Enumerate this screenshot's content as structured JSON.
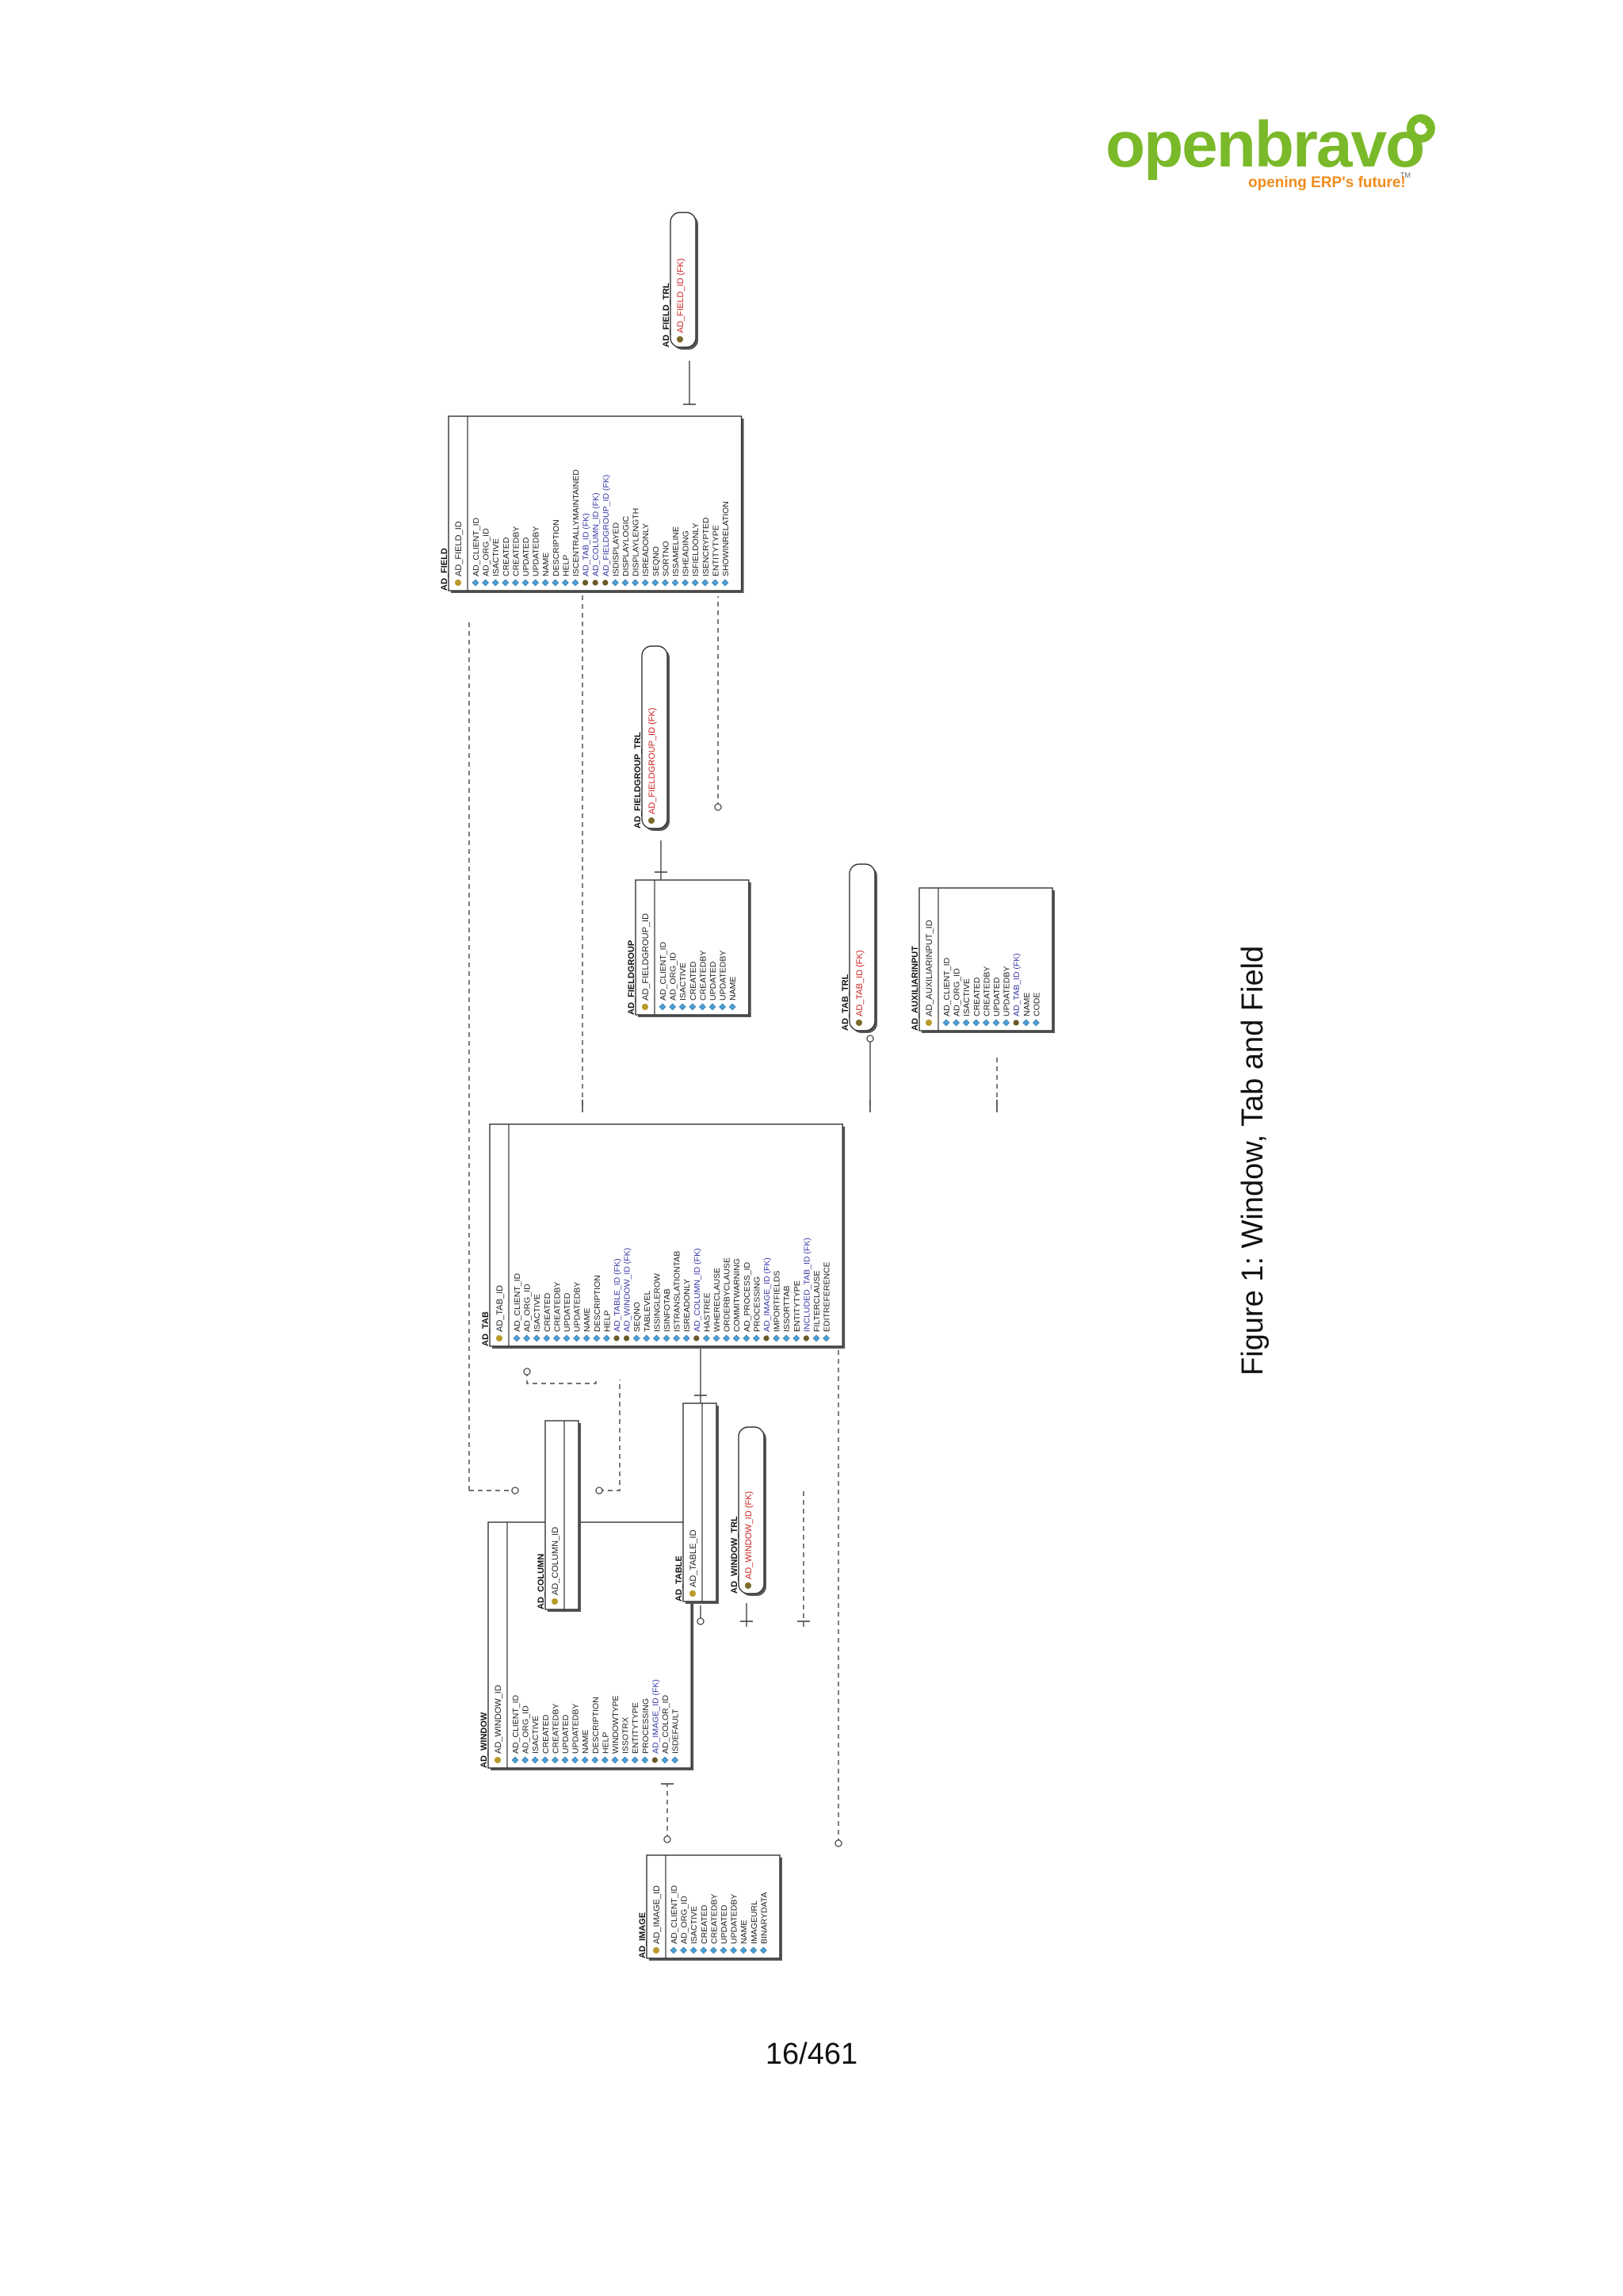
{
  "logo": {
    "wordmark": "openbravo",
    "tagline": "opening ERP's future!",
    "tm": "TM",
    "color": "#7ab929",
    "accent": "#f08c1e"
  },
  "caption": "Figure 1: Window, Tab and Field",
  "page_number": "16/461",
  "legend": {
    "pk_icon": "key-icon",
    "fk_icon": "key-link-icon",
    "col_icon": "diamond-icon",
    "fk_color": "#3a3aa8",
    "pk_fk_color": "#cc2222"
  },
  "tables": [
    {
      "id": "AD_IMAGE",
      "name": "AD_IMAGE",
      "pk": [
        "AD_IMAGE_ID"
      ],
      "cols": [
        "AD_CLIENT_ID",
        "AD_ORG_ID",
        "ISACTIVE",
        "CREATED",
        "CREATEDBY",
        "UPDATED",
        "UPDATEDBY",
        "NAME",
        "IMAGEURL",
        "BINARYDATA"
      ]
    },
    {
      "id": "AD_WINDOW",
      "name": "AD_WINDOW",
      "pk": [
        "AD_WINDOW_ID"
      ],
      "cols": [
        "AD_CLIENT_ID",
        "AD_ORG_ID",
        "ISACTIVE",
        "CREATED",
        "CREATEDBY",
        "UPDATED",
        "UPDATEDBY",
        "NAME",
        "DESCRIPTION",
        "HELP",
        "WINDOWTYPE",
        "ISSOTRX",
        "ENTITYTYPE",
        "PROCESSING",
        {
          "t": "AD_IMAGE_ID (FK)",
          "fk": true
        },
        "AD_COLOR_ID",
        "ISDEFAULT"
      ]
    },
    {
      "id": "AD_COLUMN",
      "name": "AD_COLUMN",
      "pk": [
        "AD_COLUMN_ID"
      ],
      "cols": []
    },
    {
      "id": "AD_TABLE",
      "name": "AD_TABLE",
      "pk": [
        "AD_TABLE_ID"
      ],
      "cols": []
    },
    {
      "id": "AD_WINDOW_TRL",
      "name": "AD_WINDOW_TRL",
      "pkfk": [
        "AD_WINDOW_ID (FK)"
      ],
      "cols": []
    },
    {
      "id": "AD_TAB",
      "name": "AD_TAB",
      "pk": [
        "AD_TAB_ID"
      ],
      "cols": [
        "AD_CLIENT_ID",
        "AD_ORG_ID",
        "ISACTIVE",
        "CREATED",
        "CREATEDBY",
        "UPDATED",
        "UPDATEDBY",
        "NAME",
        "DESCRIPTION",
        "HELP",
        {
          "t": "AD_TABLE_ID (FK)",
          "fk": true
        },
        {
          "t": "AD_WINDOW_ID (FK)",
          "fk": true
        },
        "SEQNO",
        "TABLEVEL",
        "ISSINGLEROW",
        "ISINFOTAB",
        "ISTRANSLATIONTAB",
        "ISREADONLY",
        {
          "t": "AD_COLUMN_ID (FK)",
          "fk": true
        },
        "HASTREE",
        "WHERECLAUSE",
        "ORDERBYCLAUSE",
        "COMMITWARNING",
        "AD_PROCESS_ID",
        "PROCESSING",
        {
          "t": "AD_IMAGE_ID (FK)",
          "fk": true
        },
        "IMPORTFIELDS",
        "ISSORTTAB",
        "ENTITYTYPE",
        {
          "t": "INCLUDED_TAB_ID (FK)",
          "fk": true
        },
        "FILTERCLAUSE",
        "EDITREFERENCE"
      ]
    },
    {
      "id": "AD_FIELDGROUP",
      "name": "AD_FIELDGROUP",
      "pk": [
        "AD_FIELDGROUP_ID"
      ],
      "cols": [
        "AD_CLIENT_ID",
        "AD_ORG_ID",
        "ISACTIVE",
        "CREATED",
        "CREATEDBY",
        "UPDATED",
        "UPDATEDBY",
        "NAME"
      ]
    },
    {
      "id": "AD_FIELDGROUP_TRL",
      "name": "AD_FIELDGROUP_TRL",
      "pkfk": [
        "AD_FIELDGROUP_ID (FK)"
      ],
      "cols": []
    },
    {
      "id": "AD_TAB_TRL",
      "name": "AD_TAB_TRL",
      "pkfk": [
        "AD_TAB_ID (FK)"
      ],
      "cols": []
    },
    {
      "id": "AD_AUXILIARINPUT",
      "name": "AD_AUXILIARINPUT",
      "pk": [
        "AD_AUXILIARINPUT_ID"
      ],
      "cols": [
        "AD_CLIENT_ID",
        "AD_ORG_ID",
        "ISACTIVE",
        "CREATED",
        "CREATEDBY",
        "UPDATED",
        "UPDATEDBY",
        {
          "t": "AD_TAB_ID (FK)",
          "fk": true
        },
        "NAME",
        "CODE"
      ]
    },
    {
      "id": "AD_FIELD",
      "name": "AD_FIELD",
      "pk": [
        "AD_FIELD_ID"
      ],
      "cols": [
        "AD_CLIENT_ID",
        "AD_ORG_ID",
        "ISACTIVE",
        "CREATED",
        "CREATEDBY",
        "UPDATED",
        "UPDATEDBY",
        "NAME",
        "DESCRIPTION",
        "HELP",
        "ISCENTRALLYMAINTAINED",
        {
          "t": "AD_TAB_ID (FK)",
          "fk": true
        },
        {
          "t": "AD_COLUMN_ID (FK)",
          "fk": true
        },
        {
          "t": "AD_FIELDGROUP_ID (FK)",
          "fk": true
        },
        "ISDISPLAYED",
        "DISPLAYLOGIC",
        "DISPLAYLENGTH",
        "ISREADONLY",
        "SEQNO",
        "SORTNO",
        "ISSAMELINE",
        "ISHEADING",
        "ISFIELDONLY",
        "ISENCRYPTED",
        "ENTITYTYPE",
        "SHOWINRELATION"
      ]
    },
    {
      "id": "AD_FIELD_TRL",
      "name": "AD_FIELD_TRL",
      "pkfk": [
        "AD_FIELD_ID (FK)"
      ],
      "cols": []
    }
  ]
}
